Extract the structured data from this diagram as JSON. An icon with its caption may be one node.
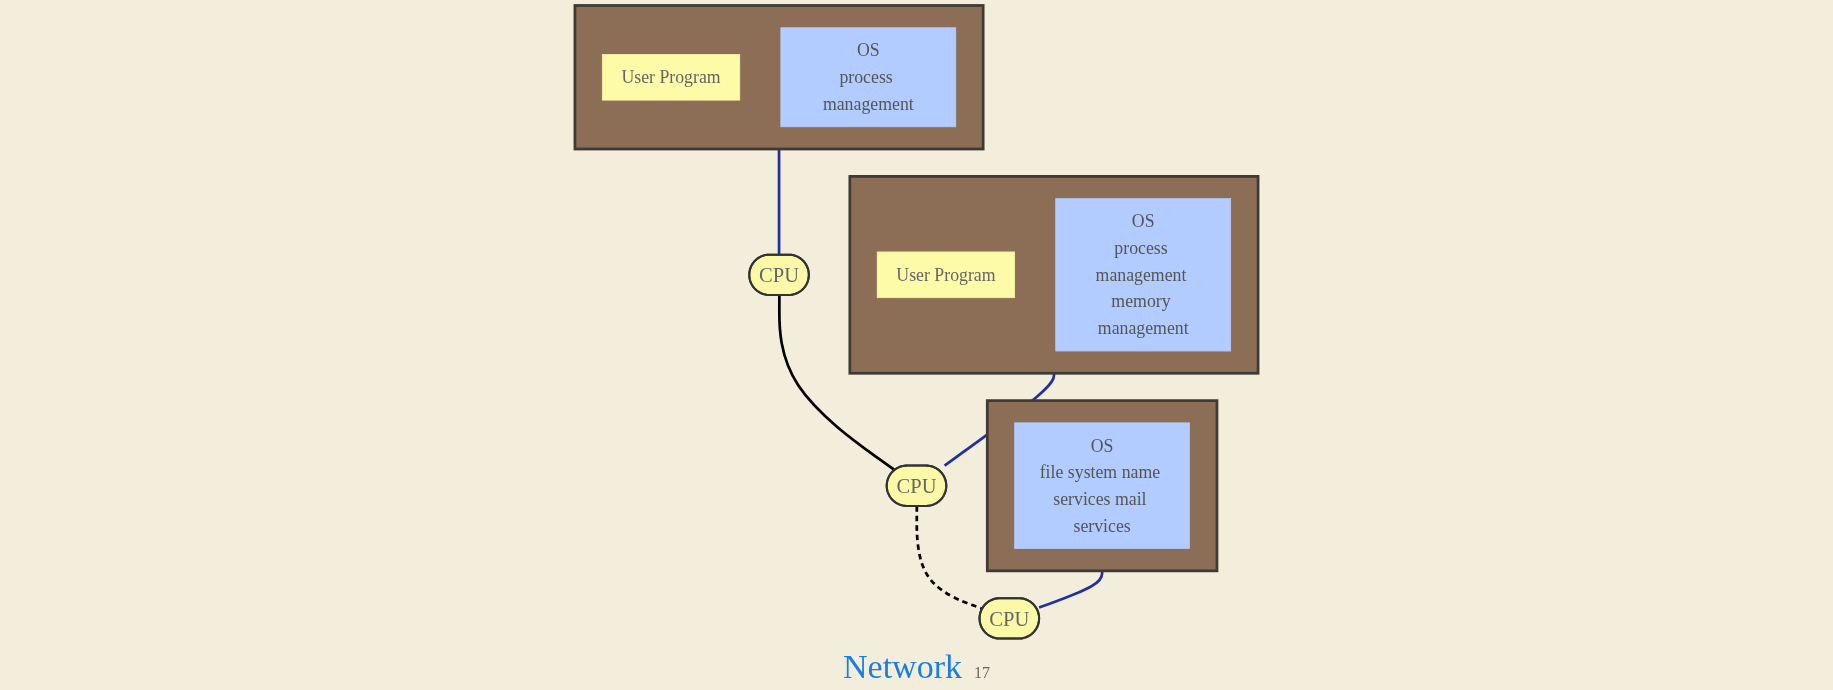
{
  "diagram": {
    "nodes": [
      {
        "text": [],
        "shape": "box"
      },
      {
        "text": [
          "User Program"
        ],
        "in": 0
      },
      {
        "text": [
          "OS",
          "process management"
        ],
        "in": 0
      },
      {
        "text": [],
        "shape": "box"
      },
      {
        "text": [
          "User Program"
        ],
        "in": 3
      },
      {
        "text": [
          "OS",
          "process management memory management"
        ],
        "in": 3
      },
      {
        "text": [],
        "shape": "box"
      },
      {
        "text": [
          "OS",
          "file system name services mail services"
        ],
        "in": 6
      },
      {
        "text": [
          "CPU"
        ]
      },
      {
        "text": [
          "CPU"
        ]
      },
      {
        "text": [
          "CPU"
        ]
      }
    ],
    "edges": [
      {
        "from": 0,
        "to": 8,
        "arrow": "none"
      },
      {
        "from": 3,
        "to": 9,
        "arrow": "none"
      },
      {
        "from": 6,
        "to": 10,
        "arrow": "none"
      },
      {
        "from": 8,
        "to": 9,
        "arrow": "none",
        "color": "#000000"
      },
      {
        "from": 9,
        "to": 10,
        "arrow": "none",
        "style": "dashed",
        "color": "#000000"
      }
    ],
    "labels": [
      "Network",
      "17"
    ]
  }
}
